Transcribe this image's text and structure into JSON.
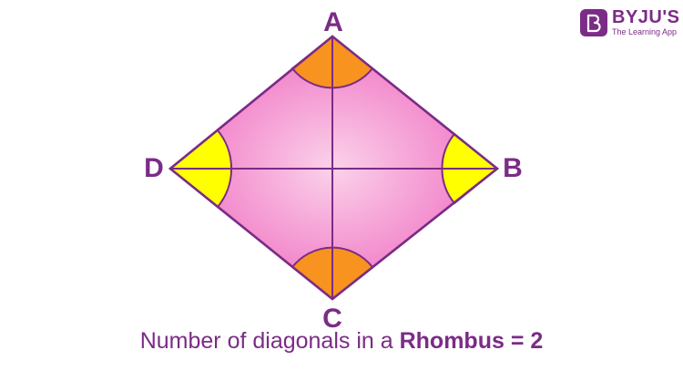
{
  "vertices": {
    "top": "A",
    "right": "B",
    "bottom": "C",
    "left": "D"
  },
  "caption": {
    "prefix": "Number of diagonals in a ",
    "shape": "Rhombus",
    "suffix": " = 2"
  },
  "logo": {
    "name": "BYJU'S",
    "tagline": "The Learning App"
  },
  "colors": {
    "outline": "#7b2c86",
    "text": "#7b2c86",
    "fill_center": "#fbd2ea",
    "fill_edge": "#ef6cc0",
    "obtuse_angle": "#f7931e",
    "acute_angle": "#ffff00",
    "logo": "#7b2c86"
  }
}
